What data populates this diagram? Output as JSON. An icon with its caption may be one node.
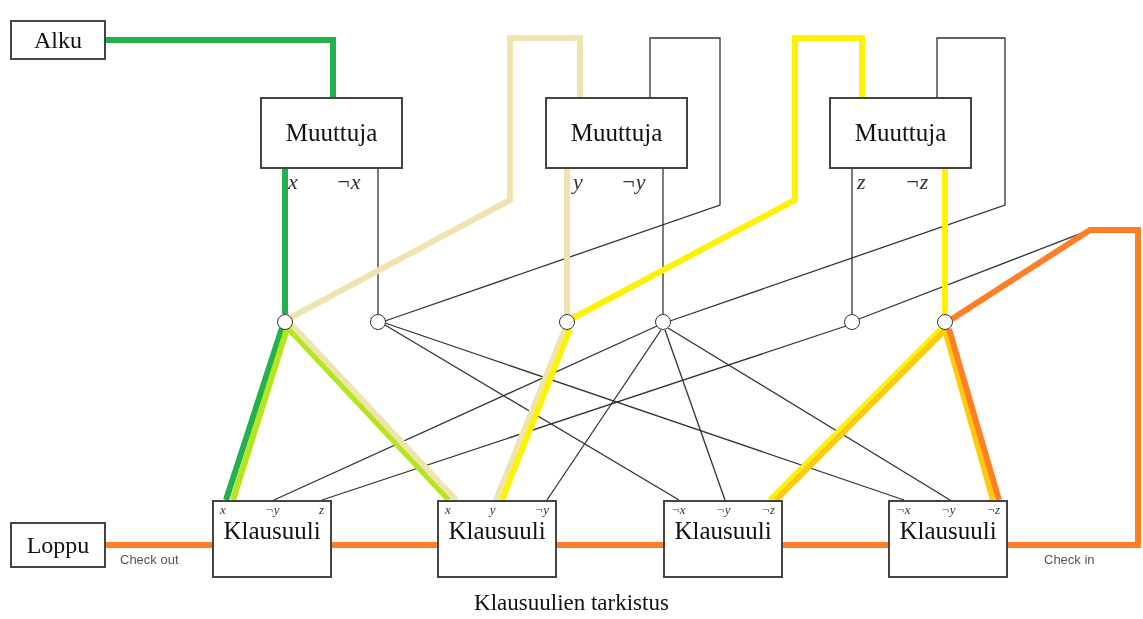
{
  "diagram": {
    "caption": "Klausuulien tarkistus",
    "nodes": [
      {
        "text": [
          "Alku"
        ]
      },
      {
        "text": [
          "Muuttuja"
        ],
        "beside": [
          "x",
          "¬x"
        ]
      },
      {
        "text": [
          "Muuttuja"
        ],
        "beside": [
          "y",
          "¬y"
        ]
      },
      {
        "text": [
          "Muuttuja"
        ],
        "beside": [
          "z",
          "¬z"
        ]
      },
      {
        "text": [],
        "shape": "circle"
      },
      {
        "text": [],
        "shape": "circle"
      },
      {
        "text": [],
        "shape": "circle"
      },
      {
        "text": [],
        "shape": "circle"
      },
      {
        "text": [],
        "shape": "circle"
      },
      {
        "text": [],
        "shape": "circle"
      },
      {
        "text": [
          "Loppu"
        ]
      },
      {
        "text": [
          "x",
          "¬y",
          "z",
          "Klausuuli"
        ]
      },
      {
        "text": [
          "x",
          "y",
          "¬y",
          "Klausuuli"
        ]
      },
      {
        "text": [
          "¬x",
          "¬y",
          "¬z",
          "Klausuuli"
        ]
      },
      {
        "text": [
          "¬x",
          "¬y",
          "¬z",
          "Klausuuli"
        ]
      }
    ],
    "edges": [
      {
        "from": 0,
        "to": 1,
        "arrow": "none",
        "color": "#22b14c"
      },
      {
        "from": 1,
        "to": 4,
        "arrow": "none",
        "color": "#22b14c"
      },
      {
        "from": 1,
        "to": 5,
        "arrow": "none"
      },
      {
        "from": 4,
        "to": 2,
        "arrow": "none",
        "color": "#efe4b0"
      },
      {
        "from": 5,
        "to": 2,
        "arrow": "none"
      },
      {
        "from": 2,
        "to": 6,
        "arrow": "none",
        "color": "#efe4b0"
      },
      {
        "from": 2,
        "to": 7,
        "arrow": "none"
      },
      {
        "from": 6,
        "to": 3,
        "arrow": "none",
        "color": "#fff200"
      },
      {
        "from": 7,
        "to": 3,
        "arrow": "none"
      },
      {
        "from": 3,
        "to": 8,
        "arrow": "none"
      },
      {
        "from": 3,
        "to": 9,
        "arrow": "none",
        "color": "#fff200"
      },
      {
        "from": 9,
        "to": 14,
        "arrow": "none",
        "label": "Check in",
        "color": "#ff7f27"
      },
      {
        "from": 8,
        "to": 14,
        "arrow": "none"
      },
      {
        "from": 11,
        "to": 10,
        "arrow": "none",
        "label": "Check out",
        "color": "#ff7f27"
      },
      {
        "from": 11,
        "to": 12,
        "arrow": "none",
        "color": "#ff7f27"
      },
      {
        "from": 12,
        "to": 13,
        "arrow": "none",
        "color": "#ff7f27"
      },
      {
        "from": 13,
        "to": 14,
        "arrow": "none",
        "color": "#ff7f27"
      },
      {
        "from": 4,
        "to": 11,
        "arrow": "none",
        "color": "#22b14c"
      },
      {
        "from": 4,
        "to": 11,
        "arrow": "none",
        "color": "#b5e61d"
      },
      {
        "from": 7,
        "to": 11,
        "arrow": "none"
      },
      {
        "from": 8,
        "to": 11,
        "arrow": "none"
      },
      {
        "from": 4,
        "to": 12,
        "arrow": "none",
        "color": "#b5e61d"
      },
      {
        "from": 4,
        "to": 12,
        "arrow": "none",
        "color": "#efe4b0"
      },
      {
        "from": 6,
        "to": 12,
        "arrow": "none",
        "color": "#efe4b0"
      },
      {
        "from": 6,
        "to": 12,
        "arrow": "none",
        "color": "#fff200"
      },
      {
        "from": 7,
        "to": 12,
        "arrow": "none"
      },
      {
        "from": 5,
        "to": 13,
        "arrow": "none"
      },
      {
        "from": 7,
        "to": 13,
        "arrow": "none"
      },
      {
        "from": 9,
        "to": 13,
        "arrow": "none",
        "color": "#fff200"
      },
      {
        "from": 9,
        "to": 13,
        "arrow": "none",
        "color": "#ffc90e"
      },
      {
        "from": 5,
        "to": 14,
        "arrow": "none"
      },
      {
        "from": 7,
        "to": 14,
        "arrow": "none"
      },
      {
        "from": 9,
        "to": 14,
        "arrow": "none",
        "color": "#ffc90e"
      },
      {
        "from": 9,
        "to": 14,
        "arrow": "none",
        "color": "#ff7f27"
      }
    ]
  }
}
